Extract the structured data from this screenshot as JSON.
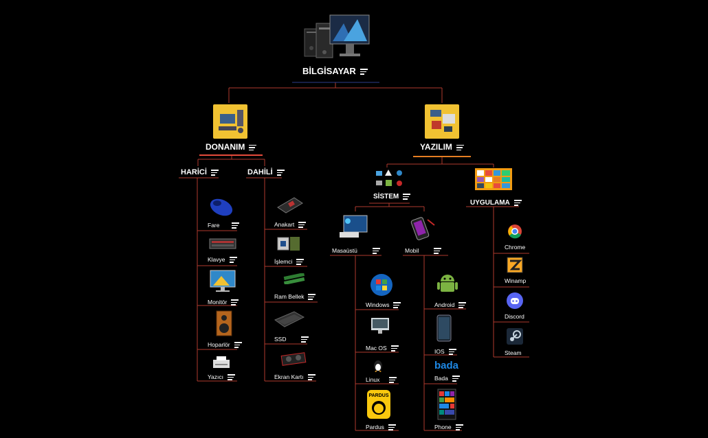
{
  "root": {
    "label": "BİLGİSAYAR",
    "icon": "computer-icon"
  },
  "hardware": {
    "label": "DONANIM",
    "icon": "hardware-illustration-icon",
    "external": {
      "label": "HARİCİ",
      "items": [
        "Fare",
        "Klavye",
        "Monitör",
        "Hoparlör",
        "Yazıcı"
      ]
    },
    "internal": {
      "label": "DAHİLİ",
      "items": [
        "Anakart",
        "İşlemci",
        "Ram Bellek",
        "SSD",
        "Ekran Kartı"
      ]
    }
  },
  "software": {
    "label": "YAZILIM",
    "icon": "software-illustration-icon",
    "system": {
      "label": "SİSTEM",
      "desktop": {
        "label": "Masaüstü",
        "items": [
          "Windows",
          "Mac OS",
          "Linux",
          "Pardus"
        ]
      },
      "mobile": {
        "label": "Mobil",
        "items": [
          "Android",
          "IOS",
          "Bada",
          "Phone"
        ]
      }
    },
    "apps": {
      "label": "UYGULAMA",
      "items": [
        "Chrome",
        "Winamp",
        "Discord",
        "Steam"
      ]
    }
  },
  "colors": {
    "background": "#000000",
    "line": "#c0392b",
    "orange": "#e67e22",
    "yellow": "#f1c40f"
  },
  "logos": {
    "pardus": "PARDUS",
    "bada": "bada"
  }
}
